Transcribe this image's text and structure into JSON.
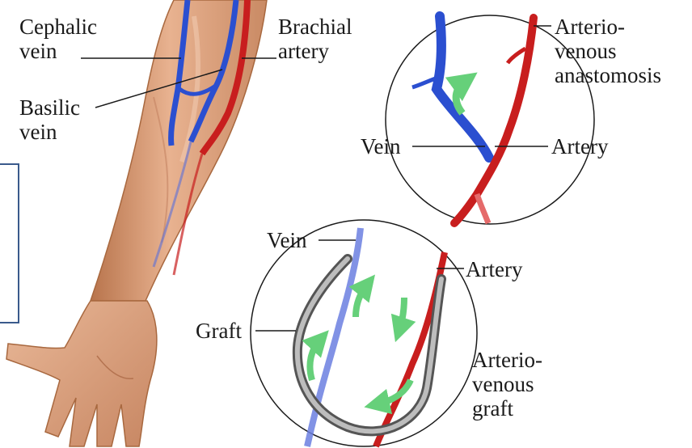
{
  "labels": {
    "cephalic_vein": [
      "Cephalic",
      "vein"
    ],
    "basilic_vein": [
      "Basilic",
      "vein"
    ],
    "brachial_artery": [
      "Brachial",
      "artery"
    ],
    "av_anastomosis": [
      "Arterio-",
      "venous",
      "anastomosis"
    ],
    "vein_top": "Vein",
    "artery_top": "Artery",
    "vein_bottom": "Vein",
    "artery_bottom": "Artery",
    "graft": "Graft",
    "av_graft": [
      "Arterio-",
      "venous",
      "graft"
    ]
  },
  "colors": {
    "vein": "#2b4fd0",
    "artery": "#c81e1e",
    "graft": "#8c8c8c",
    "flow_arrow": "#66d07a",
    "skin": "#e3a47e",
    "frame": "#3a5a8c"
  }
}
